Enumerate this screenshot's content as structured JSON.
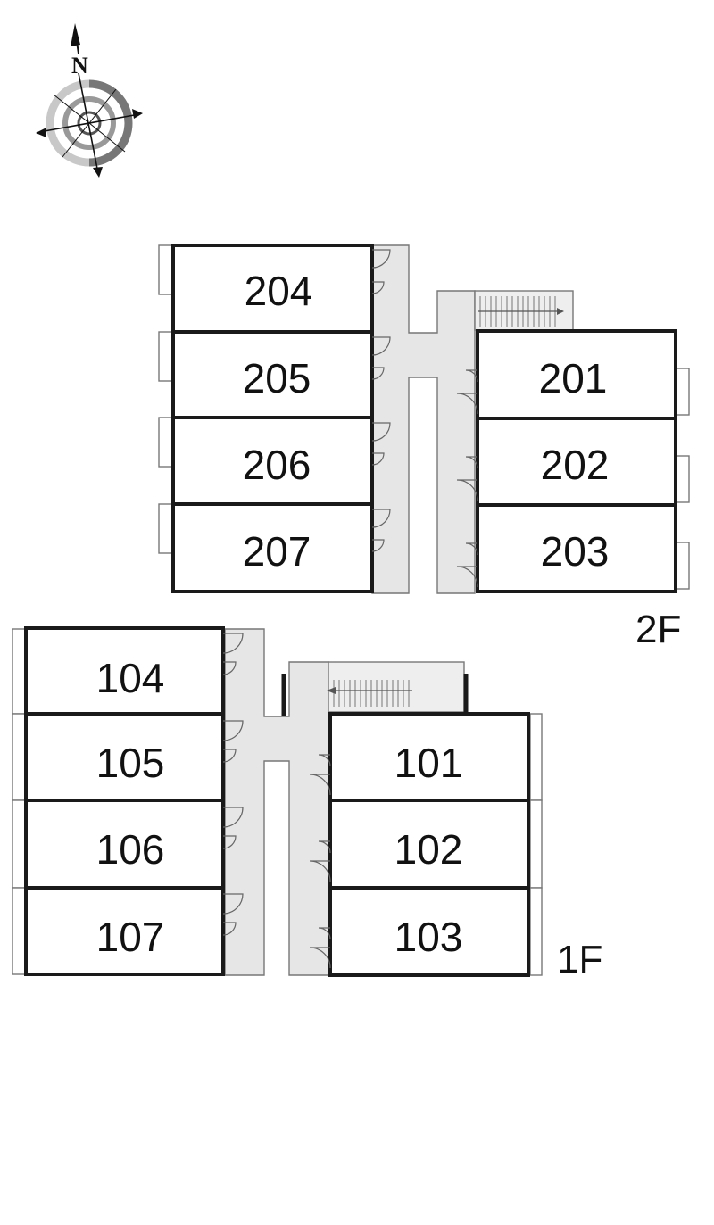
{
  "compass": {
    "north_label": "N"
  },
  "floors": [
    {
      "label": "2F",
      "rooms": [
        {
          "number": "204"
        },
        {
          "number": "205"
        },
        {
          "number": "206"
        },
        {
          "number": "207"
        },
        {
          "number": "201"
        },
        {
          "number": "202"
        },
        {
          "number": "203"
        }
      ]
    },
    {
      "label": "1F",
      "rooms": [
        {
          "number": "104"
        },
        {
          "number": "105"
        },
        {
          "number": "106"
        },
        {
          "number": "107"
        },
        {
          "number": "101"
        },
        {
          "number": "102"
        },
        {
          "number": "103"
        }
      ]
    }
  ],
  "colors": {
    "wall": "#1a1a1a",
    "corridor": "#e6e6e6",
    "outline": "#777777",
    "compass_ring": "#888888"
  }
}
